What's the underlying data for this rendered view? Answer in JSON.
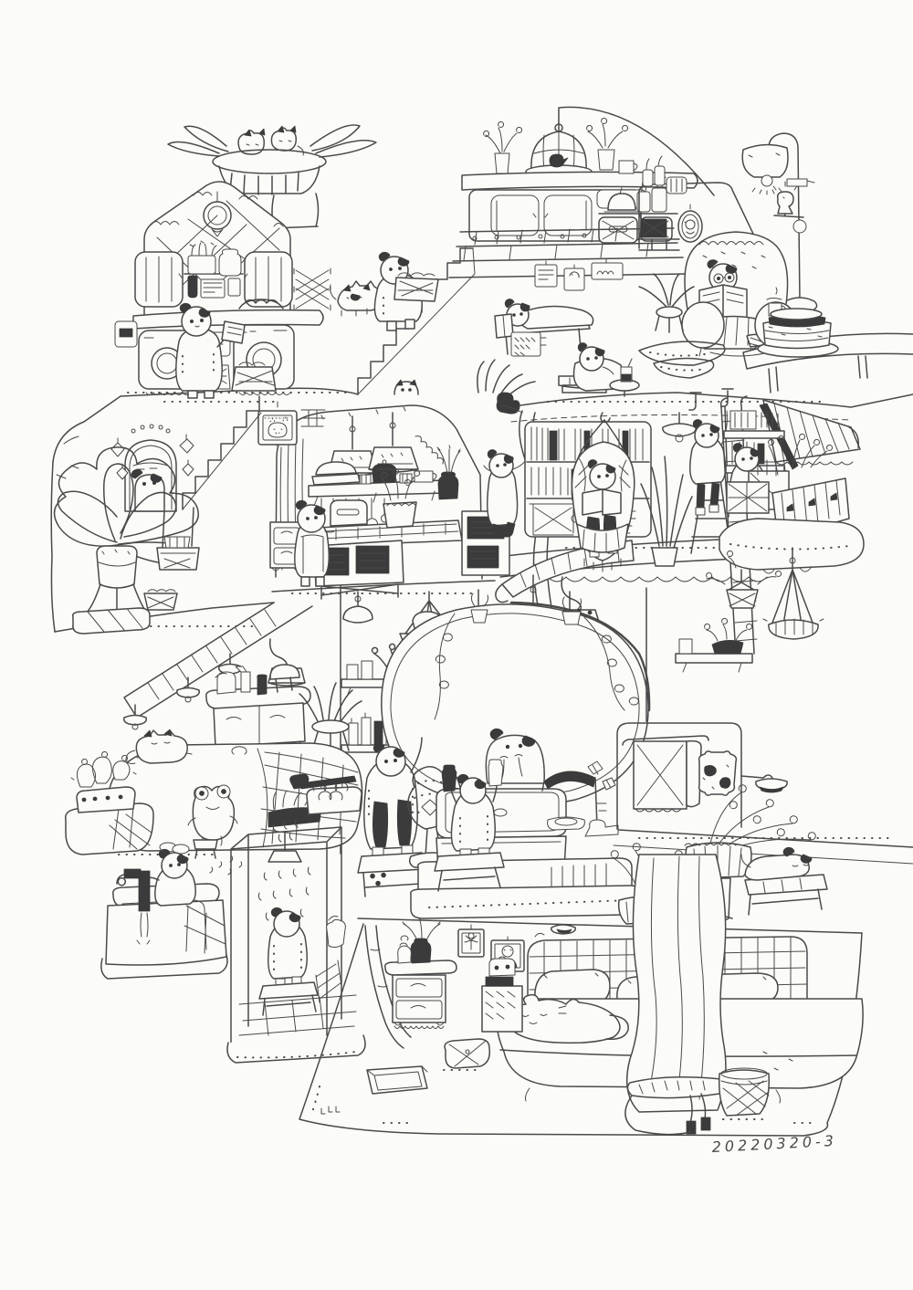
{
  "artwork": {
    "type": "hand-drawn-ink-illustration",
    "signature": "20220320-3",
    "colors": {
      "ink": "#4a4a4a",
      "ink_dark": "#3b3b3b",
      "paper": "#fbfbf8"
    },
    "scene": {
      "description-keys": [
        "laundry-room",
        "cat-nest-on-roof",
        "upper-staircase",
        "pantry-cabinet-with-birdcage",
        "reading-nook-with-armchair-and-floor-lamp",
        "library-top-deck",
        "kitchen-with-pendant-lamps",
        "tree-and-slide",
        "library-with-hanging-egg-chair",
        "balcony-garden-with-awning",
        "bathroom-with-giant-oval-mirror",
        "shower-stall",
        "square-tub",
        "bedroom-left-with-checkered-bed",
        "bottom-bedroom-with-sleeping-cat",
        "curtain-column",
        "woven-waste-basket"
      ]
    }
  }
}
